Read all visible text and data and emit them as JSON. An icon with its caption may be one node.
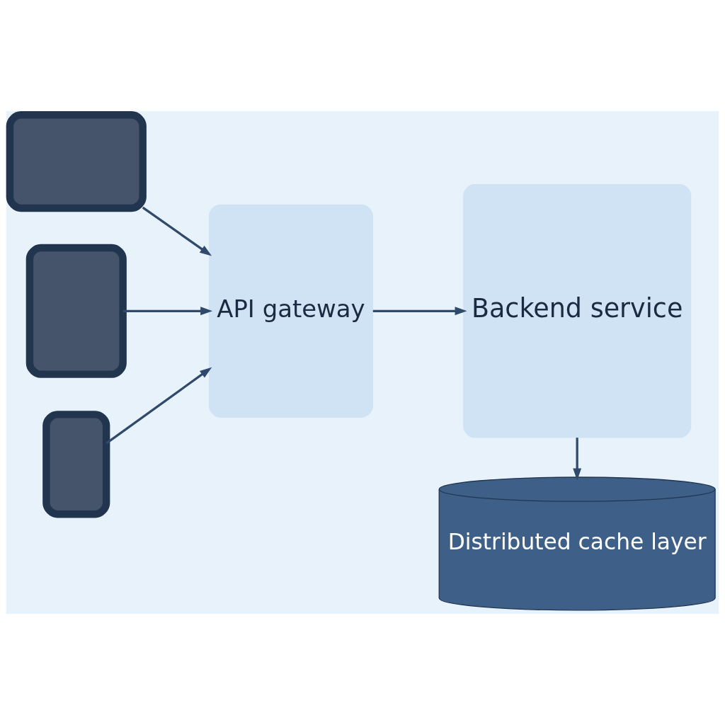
{
  "diagram": {
    "nodes": [
      {
        "text": [],
        "shape": "monitor"
      },
      {
        "text": [],
        "shape": "tablet"
      },
      {
        "text": [],
        "shape": "phone"
      },
      {
        "text": [
          "API gateway"
        ]
      },
      {
        "text": [
          "Backend service"
        ]
      },
      {
        "text": [
          "Distributed cache layer"
        ]
      }
    ],
    "edges": [
      {
        "from": 0,
        "to": 3,
        "arrow": "to"
      },
      {
        "from": 1,
        "to": 3,
        "arrow": "to"
      },
      {
        "from": 2,
        "to": 3,
        "arrow": "to"
      },
      {
        "from": 3,
        "to": 4,
        "arrow": "to"
      },
      {
        "from": 4,
        "to": 5,
        "arrow": "to"
      }
    ]
  }
}
